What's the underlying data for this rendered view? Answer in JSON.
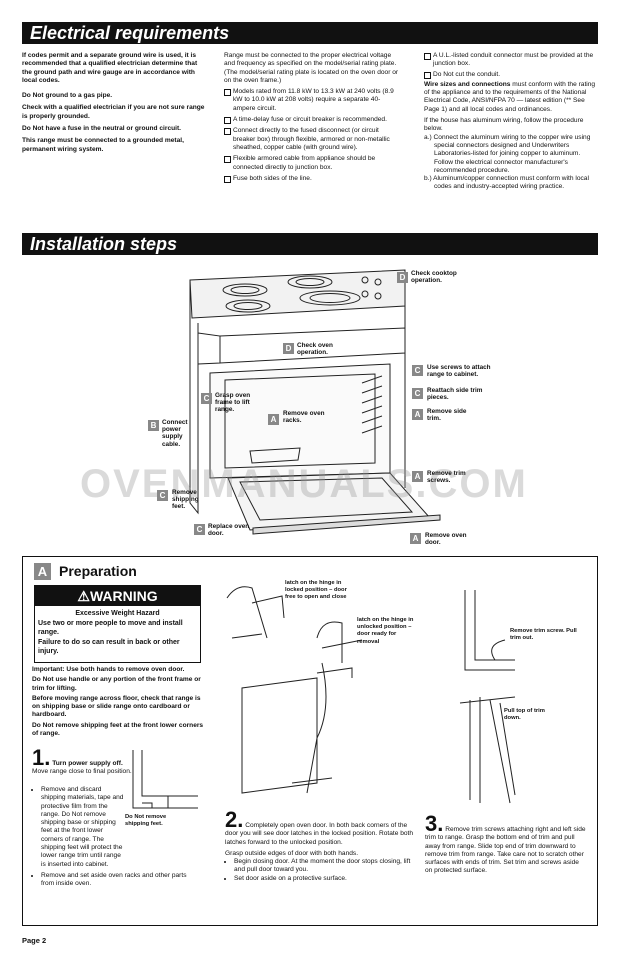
{
  "headers": {
    "electrical": "Electrical requirements",
    "installation": "Installation steps"
  },
  "electrical": {
    "col1": {
      "p1": "If codes permit and a separate ground wire is used, it is recommended that a qualified electrician determine that the ground path and wire gauge are in accordance with local codes.",
      "p2": "Do Not ground to a gas pipe.",
      "p3": "Check with a qualified electrician if you are not sure range is properly grounded.",
      "p4": "Do Not have a fuse in the neutral or ground circuit.",
      "p5": "This range must be connected to a grounded metal, permanent wiring system."
    },
    "col2": {
      "intro": "Range must be connected to the proper electrical voltage and frequency as specified on the model/serial rating plate. (The model/serial rating plate is located on the oven door or on the oven frame.)",
      "checks": [
        "Models rated from 11.8 kW to 13.3 kW at 240 volts (8.9 kW to 10.0 kW at 208 volts) require a separate 40-ampere circuit.",
        "A time-delay fuse or circuit breaker is recommended.",
        "Connect directly to the fused disconnect (or circuit breaker box) through flexible, armored or non-metallic sheathed, copper cable (with ground wire).",
        "Flexible armored cable from appliance should be connected directly to junction box.",
        "Fuse both sides of the line."
      ]
    },
    "col3": {
      "checks": [
        "A U.L.-listed conduit connector must be provided at the junction box.",
        "Do Not cut the conduit."
      ],
      "wire_lead": "Wire sizes and connections",
      "wire_text": " must conform with the rating of the appliance and to the requirements of the National Electrical Code, ANSI/NFPA 70 — latest edition (** See Page 1) and all local codes and ordinances.",
      "alu_intro": "If the house has aluminum wiring, follow the procedure below.",
      "alu_a": "a.) Connect the aluminum wiring to the copper wire using special connectors designed and Underwriters Laboratories-listed for joining copper to aluminum. Follow the electrical connector manufacturer's recommended procedure.",
      "alu_b": "b.) Aluminum/copper connection must conform with local codes and industry-accepted wiring practice."
    }
  },
  "diagram_labels": {
    "check_cooktop": "Check cooktop operation.",
    "check_oven": "Check oven operation.",
    "use_screws": "Use screws to attach range to cabinet.",
    "reattach_trim": "Reattach side trim pieces.",
    "remove_side_trim": "Remove side trim.",
    "remove_trim_screws": "Remove trim screws.",
    "remove_oven_door": "Remove oven door.",
    "replace_oven_door": "Replace oven door.",
    "remove_shipping_feet": "Remove shipping feet.",
    "connect_power": "Connect power supply cable.",
    "grasp_oven_frame": "Grasp oven frame to lift range.",
    "remove_oven_racks": "Remove oven racks.",
    "watermark": "OVENMANUALS.COM"
  },
  "badges": {
    "A": "A",
    "B": "B",
    "C": "C",
    "D": "D"
  },
  "preparation": {
    "title": "Preparation",
    "warning_title": "WARNING",
    "hazard_title": "Excessive Weight Hazard",
    "hazard_1": "Use two or more people to move and install range.",
    "hazard_2": "Failure to do so can result in back or other injury.",
    "imp_1": "Important: Use both hands to remove oven door.",
    "imp_2": "Do Not use handle or any portion of the front frame or trim for lifting.",
    "imp_3": "Before moving range across floor, check that range is on shipping base or slide range onto cardboard or hardboard.",
    "imp_4": "Do Not remove shipping feet at the front lower corners of range.",
    "step1_num": "1.",
    "step1_lead": "Turn power supply off.",
    "step1_text": " Move range close to final position.",
    "step1_b1": "Remove and discard shipping materials, tape and protective film from the range. Do Not remove shipping base or shipping feet at the front lower corners of range. The shipping feet will protect the lower range trim until range is inserted into cabinet.",
    "step1_b2": "Remove and set aside oven racks and other parts from inside oven.",
    "step1_callout": "Do Not remove shipping feet.",
    "step2_num": "2.",
    "step2_text": "Completely open oven door. In both back corners of the door you will see door latches in the locked position. Rotate both latches forward to the unlocked position.",
    "step2_text2": "Grasp outside edges of door with both hands.",
    "step2_b1": "Begin closing door. At the moment the door stops closing, lift and pull door toward you.",
    "step2_b2": "Set door aside on a protective surface.",
    "latch_locked": "latch on the hinge in locked position – door free to open and close",
    "latch_unlocked": "latch on the hinge in unlocked position – door ready for removal",
    "step3_num": "3.",
    "step3_text": "Remove trim screws attaching right and left side trim to range. Grasp the bottom end of trim and pull away from range. Slide top end of trim downward to remove trim from range. Take care not to scratch other surfaces with ends of trim. Set trim and screws aside on protected surface.",
    "trim_screw": "Remove trim screw. Pull trim out.",
    "pull_top": "Pull top of trim down."
  },
  "footer": {
    "page": "Page 2"
  }
}
